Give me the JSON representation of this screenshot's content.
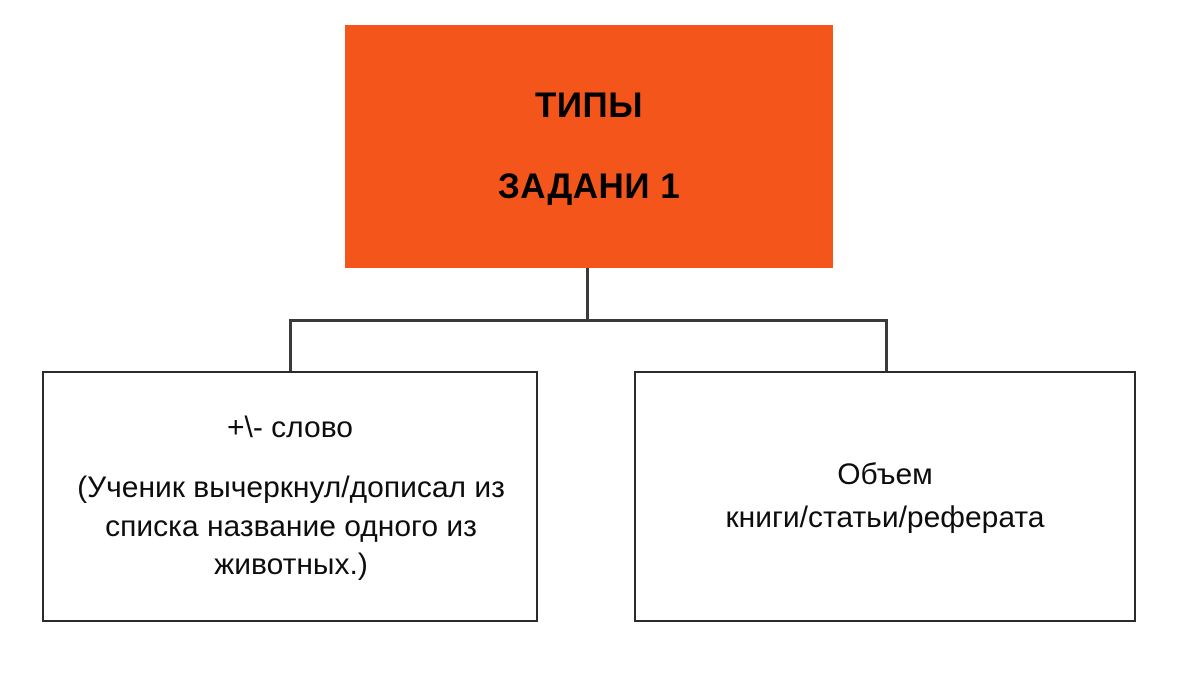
{
  "slide": {
    "background_color": "#FFFFFF",
    "accent_color": "#F4551A",
    "line_color": "#3A3A3A",
    "text_color": "#000000"
  },
  "diagram": {
    "type": "hierarchy-tree",
    "root": {
      "title_line_1": "ТИПЫ",
      "title_line_2": "ЗАДАНИ 1",
      "fill_color": "#F4551A",
      "text_color": "#000000"
    },
    "children": [
      {
        "heading": "+\\- слово",
        "body": "(Ученик вычеркнул/дописал из списка название одного из животных.)",
        "body_lines": [
          "(Ученик вычеркнул/дописал",
          "из списка название одного",
          "из животных.)"
        ],
        "fill_color": "#FFFFFF",
        "border_color": "#2B2B2B"
      },
      {
        "heading": "Объем",
        "body": "книги/статьи/реферата",
        "body_lines": [
          "книги/статьи/реферата"
        ],
        "fill_color": "#FFFFFF",
        "border_color": "#2B2B2B"
      }
    ]
  }
}
